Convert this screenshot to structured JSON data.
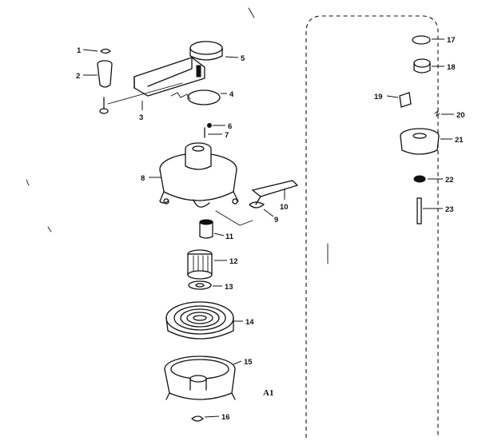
{
  "diagram": {
    "figure_tag": "A1",
    "callouts": [
      {
        "id": "1",
        "text": "1"
      },
      {
        "id": "2",
        "text": "2"
      },
      {
        "id": "3",
        "text": "3"
      },
      {
        "id": "4",
        "text": "4"
      },
      {
        "id": "5",
        "text": "5"
      },
      {
        "id": "6",
        "text": "6"
      },
      {
        "id": "7",
        "text": "7"
      },
      {
        "id": "8",
        "text": "8"
      },
      {
        "id": "9",
        "text": "9"
      },
      {
        "id": "10",
        "text": "10"
      },
      {
        "id": "11",
        "text": "11"
      },
      {
        "id": "12",
        "text": "12"
      },
      {
        "id": "13",
        "text": "13"
      },
      {
        "id": "14",
        "text": "14"
      },
      {
        "id": "15",
        "text": "15"
      },
      {
        "id": "16",
        "text": "16"
      },
      {
        "id": "17",
        "text": "17"
      },
      {
        "id": "18",
        "text": "18"
      },
      {
        "id": "19",
        "text": "19"
      },
      {
        "id": "20",
        "text": "20"
      },
      {
        "id": "21",
        "text": "21"
      },
      {
        "id": "22",
        "text": "22"
      },
      {
        "id": "23",
        "text": "23"
      }
    ]
  }
}
